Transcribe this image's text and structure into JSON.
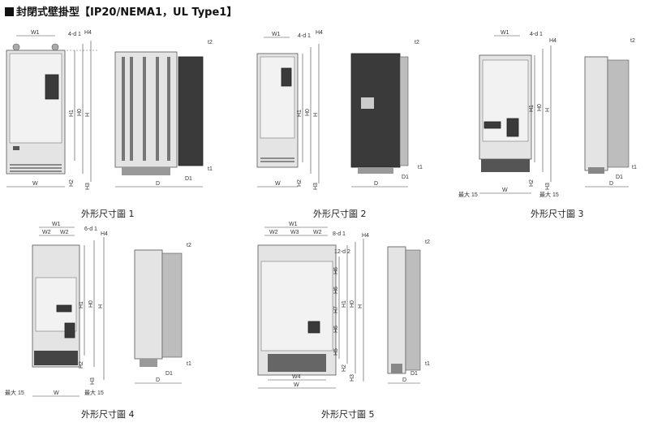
{
  "header": {
    "title": "封閉式壁掛型【IP20/NEMA1，UL Type1】"
  },
  "captions": [
    "外形尺寸圖 1",
    "外形尺寸圖 2",
    "外形尺寸圖 3",
    "外形尺寸圖 4",
    "外形尺寸圖 5"
  ],
  "labels": {
    "W": "W",
    "W1": "W1",
    "W2": "W2",
    "W3": "W3",
    "W4": "W4",
    "H": "H",
    "H0": "H0",
    "H1": "H1",
    "H2": "H2",
    "H3": "H3",
    "H4": "H4",
    "H5": "H5",
    "H6": "H6",
    "H7": "H7",
    "D": "D",
    "D1": "D1",
    "t1": "t1",
    "t2": "t2",
    "hole4": "4-d 1",
    "hole6": "6-d 1",
    "hole8": "8-d 1",
    "hole12": "12-d 2",
    "max15": "最大 15"
  }
}
